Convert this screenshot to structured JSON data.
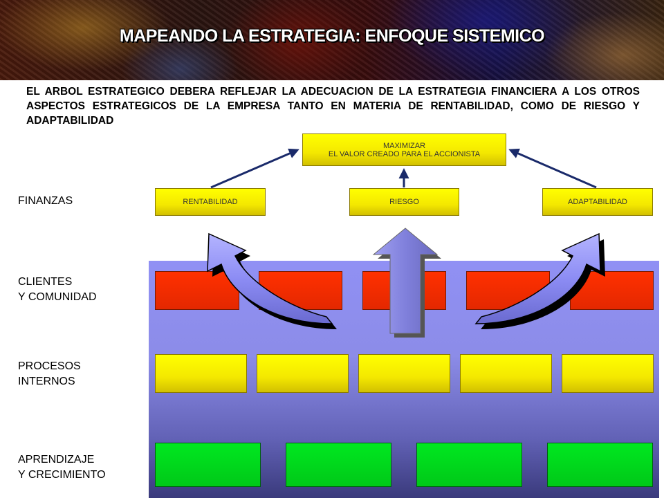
{
  "title": "MAPEANDO LA ESTRATEGIA:  ENFOQUE SISTEMICO",
  "intro": "EL ARBOL ESTRATEGICO DEBERA REFLEJAR  LA ADECUACION DE LA ESTRATEGIA FINANCIERA A LOS OTROS ASPECTOS ESTRATEGICOS DE LA EMPRESA TANTO EN MATERIA DE RENTABILIDAD, COMO DE RIESGO Y ADAPTABILIDAD",
  "goal": {
    "line1": "MAXIMIZAR",
    "line2": "EL VALOR CREADO PARA EL ACCIONISTA"
  },
  "finance_boxes": [
    "RENTABILIDAD",
    "RIESGO",
    "ADAPTABILIDAD"
  ],
  "rows": {
    "finanzas": "FINANZAS",
    "clientes": {
      "line1": "CLIENTES",
      "line2": "Y COMUNIDAD"
    },
    "procesos": {
      "line1": "PROCESOS",
      "line2": "INTERNOS"
    },
    "aprendizaje": {
      "line1": "APRENDIZAJE",
      "line2": "Y CRECIMIENTO"
    }
  },
  "colors": {
    "finance_box": "#ffff00",
    "clientes_box": "#ff3000",
    "procesos_box": "#ffff00",
    "aprendizaje_box": "#00e820",
    "panel": "#8c8ce8",
    "arrow": "#8c8cf4"
  }
}
